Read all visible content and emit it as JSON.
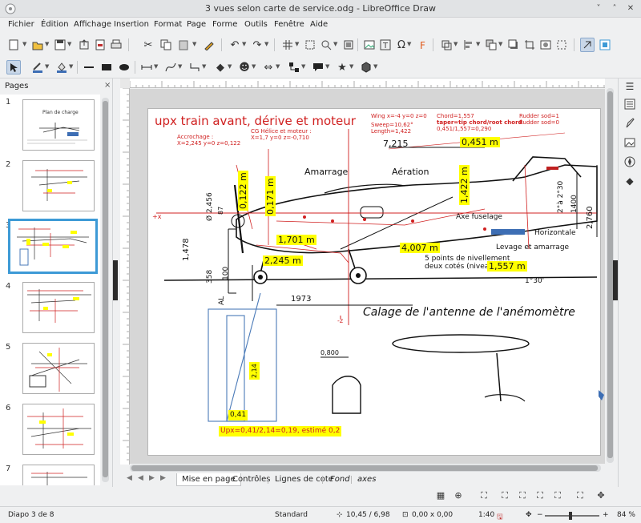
{
  "window": {
    "title": "3 vues selon carte de service.odg - LibreOffice Draw",
    "controls": [
      "˅",
      "˄",
      "✕"
    ]
  },
  "menu": [
    "Fichier",
    "Édition",
    "Affichage",
    "Insertion",
    "Format",
    "Page",
    "Forme",
    "Outils",
    "Fenêtre",
    "Aide"
  ],
  "toolbar1": [
    "new-icon",
    "open-icon",
    "save-icon",
    "export-icon",
    "export-pdf-icon",
    "print-icon",
    "cut-icon",
    "copy-icon",
    "paste-icon",
    "clone-icon",
    "undo-icon",
    "redo-icon",
    "grid-icon",
    "helplines-icon",
    "zoom-icon",
    "image-icon",
    "textbox-icon",
    "special-char-icon",
    "fontwork-icon",
    "transform-icon",
    "align-icon",
    "arrange-icon",
    "shadow-icon",
    "crop-icon",
    "filter-icon",
    "points-icon",
    "glue-icon",
    "toggle-extrusion-icon",
    "show-draw-functions-icon"
  ],
  "toolbar2": [
    "select-icon",
    "line-color-icon",
    "fill-color-icon",
    "line-icon",
    "rectangle-icon",
    "ellipse-icon",
    "lines-arrows-icon",
    "curves-icon",
    "connectors-icon",
    "basic-shapes-icon",
    "symbol-shapes-icon",
    "block-arrows-icon",
    "flowchart-icon",
    "callouts-icon",
    "stars-icon",
    "3d-objects-icon"
  ],
  "pages_panel": {
    "title": "Pages",
    "close": "×",
    "slides": [
      "1",
      "2",
      "3",
      "4",
      "5",
      "6",
      "7"
    ],
    "slide1_title": "Plan de charge"
  },
  "drawing": {
    "main_title": "upx train avant, dérive et moteur",
    "accroche": "Accrochage :",
    "accroche_coords": "X=2,245 y=0 z=0,122",
    "cg_label": "CG Hélice et moteur :",
    "cg_coords": "X=1,7 y=0 z=-0,710",
    "wing": [
      "Wing x=-4 y=0 z=0",
      "Sweep=10,62°",
      "Length=1,422"
    ],
    "chord": [
      "Chord=1,557",
      "taper=tip chord/root chord",
      "0,451/1,557=0,290"
    ],
    "rudder": [
      "Rudder sod=1",
      "Rudder sod=0"
    ],
    "dim_7215": "7,215",
    "y_0451": "0,451 m",
    "y_0122": "0,122 m",
    "y_0171": "0,171 m",
    "y_1422": "1,422 m",
    "y_1701": "1,701 m",
    "y_2245": "2,245 m",
    "y_4007": "4,007 m",
    "y_1557": "1,557 m",
    "y_041": "0,41",
    "y_214": "2,14",
    "upx_formula": "Upx=0,41/2,14=0,19, estimé 0,2",
    "amarrage": "Amarrage",
    "aeration": "Aération",
    "axe_fuselage": "Axe fuselage",
    "horizontale": "Horizontale",
    "levage": "Levage et amarrage",
    "points": "5 points de nivellement",
    "deux_cotes": "deux cotés (niveau)",
    "calage": "Calage de l'antenne de l'anémomètre",
    "plus_x": "+x",
    "minus_z": "-z",
    "dim_1478": "1,478",
    "dim_0456": "Ø 2,456",
    "dim_87": "87",
    "dim_358": "358",
    "dim_100": "100",
    "dim_1973": "1973",
    "dim_2760": "2,760",
    "dim_1400": "1400",
    "dim_630": "2°à 2°30",
    "dim_1_30": "1°30'",
    "dim_0800": "0,800",
    "dim_al": "AL"
  },
  "tabs": [
    "Mise en page",
    "Contrôles",
    "Lignes de cote",
    "Fond",
    "axes"
  ],
  "tab_nav": [
    "◀",
    "◀",
    "▶",
    "▶"
  ],
  "sidebar_right": [
    "menu-icon",
    "properties-icon",
    "styles-icon",
    "gallery-icon",
    "navigator-icon",
    "shapes-icon"
  ],
  "status": {
    "slide": "Diapo 3 de 8",
    "layout": "Standard",
    "position": "10,45 / 6,98",
    "size": "0,00 x 0,00",
    "scale": "1:40",
    "zoom": "84 %"
  },
  "colors": {
    "accent": "#3d9ad6",
    "annotation_red": "#d02020",
    "highlight_yellow": "#ffff00",
    "diagram_blue": "#4a7ab8"
  }
}
